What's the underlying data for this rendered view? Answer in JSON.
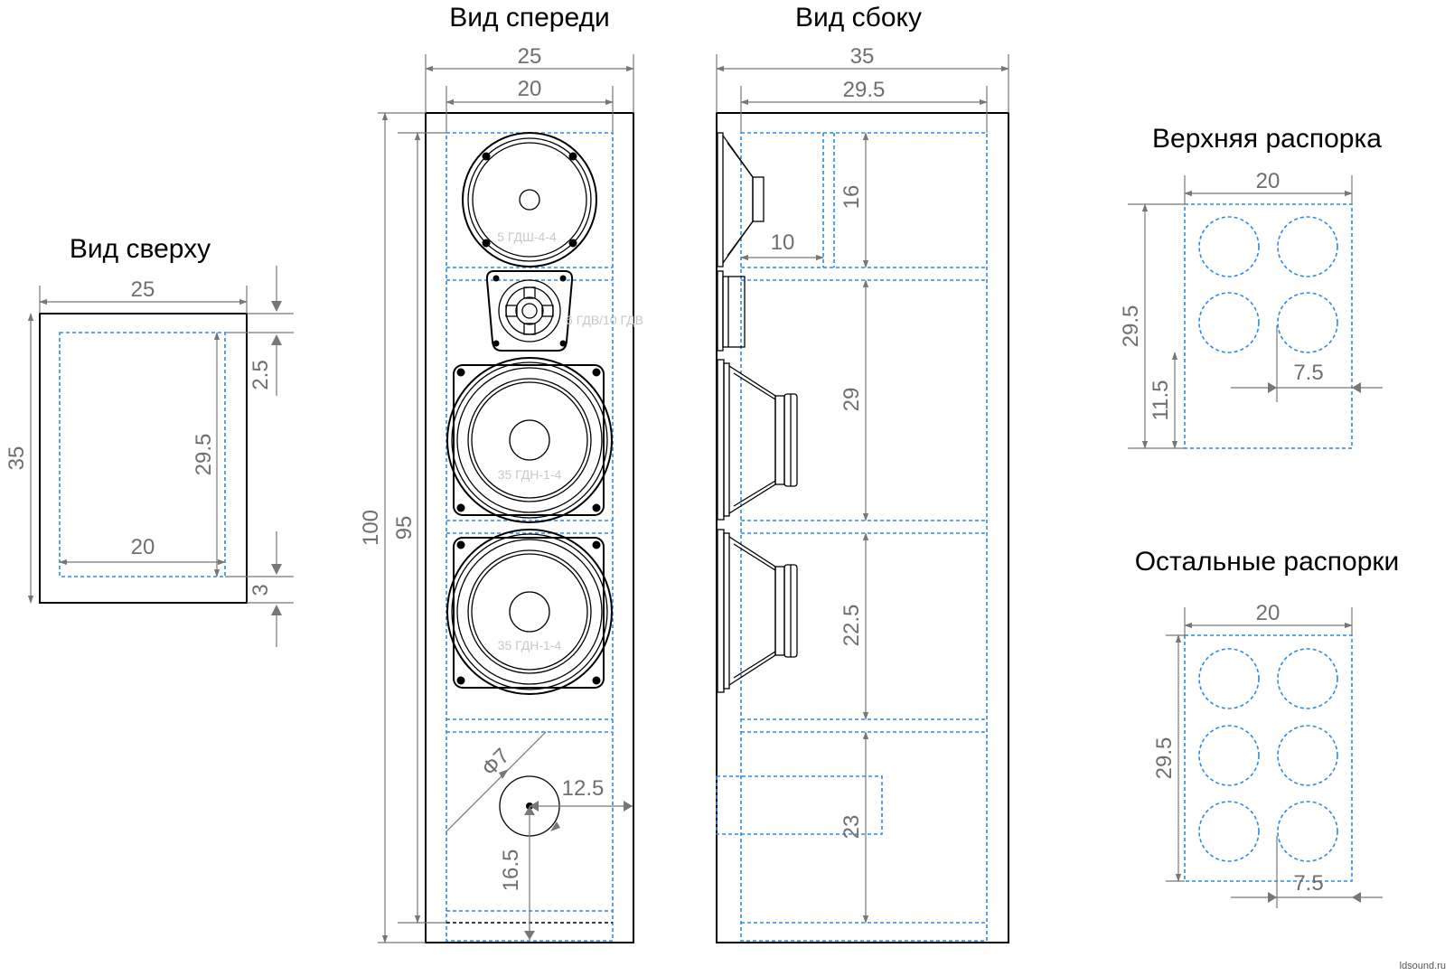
{
  "titles": {
    "top_view": "Вид сверху",
    "front_view": "Вид спереди",
    "side_view": "Вид сбоку",
    "upper_brace": "Верхняя распорка",
    "other_braces": "Остальные распорки"
  },
  "top_view_dims": {
    "outer_width": "25",
    "outer_depth": "35",
    "inner_width": "20",
    "inner_depth": "29.5",
    "front_offset": "2.5",
    "back_offset": "3"
  },
  "front_view_dims": {
    "outer_width": "25",
    "inner_width": "20",
    "outer_height": "100",
    "inner_height": "95",
    "port_diameter": "Ф7",
    "port_offset_right": "12.5",
    "port_offset_bottom": "16.5"
  },
  "side_view_dims": {
    "outer_depth": "35",
    "inner_depth": "29.5",
    "tweeter_chamber_depth": "10",
    "section_1": "16",
    "section_2": "29",
    "section_3": "22.5",
    "section_4": "23"
  },
  "drivers": {
    "top_driver": "5 ГДШ-4-4",
    "tweeter": "6 ГДВ/10 ГДВ",
    "woofer_upper": "35 ГДН-1-4",
    "woofer_lower": "35 ГДН-1-4"
  },
  "upper_brace_dims": {
    "width": "20",
    "depth": "29.5",
    "hole_offset": "11.5",
    "hole_spacing": "7.5"
  },
  "other_braces_dims": {
    "width": "20",
    "depth": "29.5",
    "hole_spacing": "7.5"
  },
  "watermark": "ldsound.ru",
  "colors": {
    "outline": "#000000",
    "inner_dashed": "#2a8ae8",
    "dimension": "#6f6f6f"
  }
}
